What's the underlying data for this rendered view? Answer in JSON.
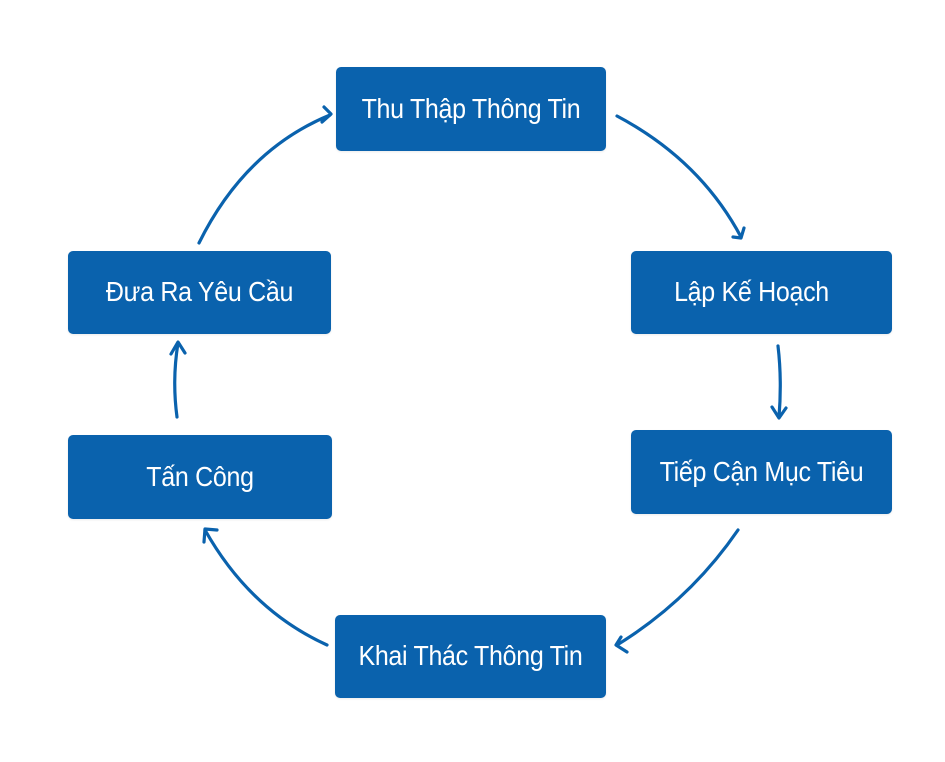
{
  "diagram": {
    "type": "cycle",
    "accent_color": "#0a62ad",
    "text_color": "#ffffff",
    "background_color": "#ffffff",
    "steps": [
      {
        "id": "n1",
        "label": "Thu Thập Thông Tin"
      },
      {
        "id": "n2",
        "label": "Lập Kế Hoạch"
      },
      {
        "id": "n3",
        "label": "Tiếp Cận Mục Tiêu"
      },
      {
        "id": "n4",
        "label": "Khai Thác Thông Tin"
      },
      {
        "id": "n5",
        "label": "Tấn Công"
      },
      {
        "id": "n6",
        "label": "Đưa Ra Yêu Cầu"
      }
    ],
    "edges": [
      {
        "from": "Thu Thập Thông Tin",
        "to": "Lập Kế Hoạch"
      },
      {
        "from": "Lập Kế Hoạch",
        "to": "Tiếp Cận Mục Tiêu"
      },
      {
        "from": "Tiếp Cận Mục Tiêu",
        "to": "Khai Thác Thông Tin"
      },
      {
        "from": "Khai Thác Thông Tin",
        "to": "Tấn Công"
      },
      {
        "from": "Tấn Công",
        "to": "Đưa Ra Yêu Cầu"
      },
      {
        "from": "Đưa Ra Yêu Cầu",
        "to": "Thu Thập Thông Tin"
      }
    ]
  }
}
